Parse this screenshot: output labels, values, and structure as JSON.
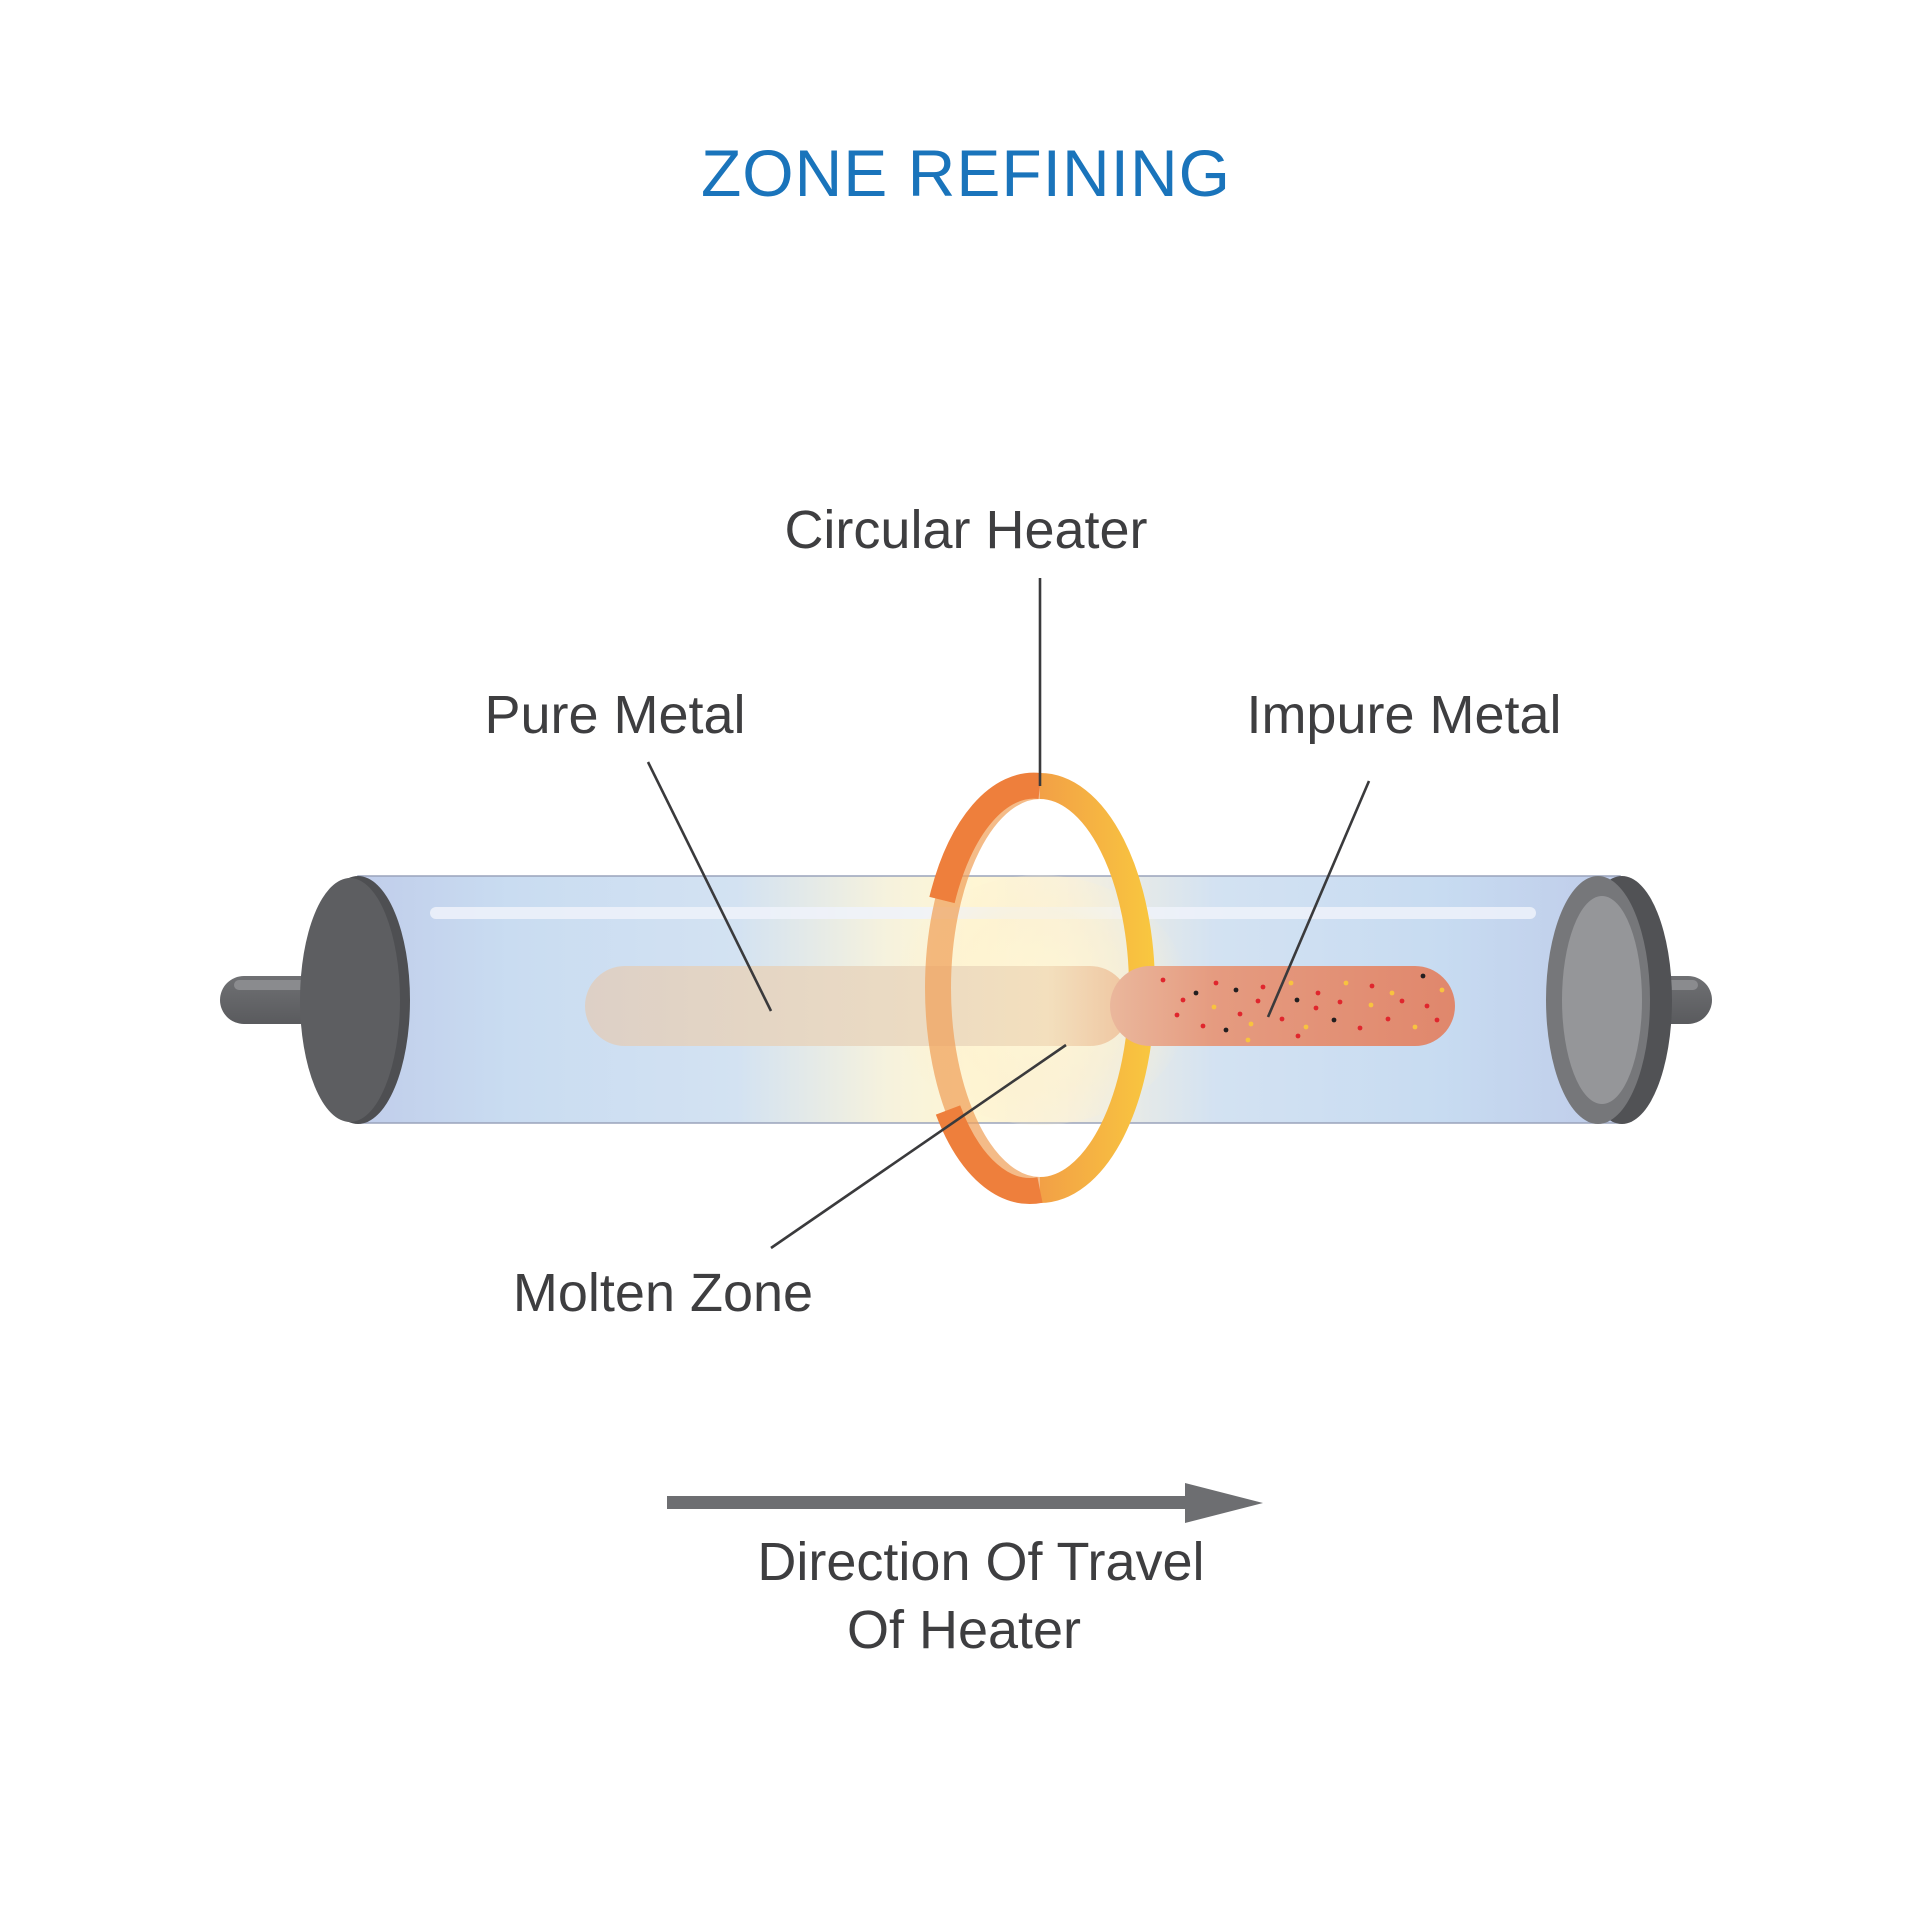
{
  "title": "ZONE REFINING",
  "labels": {
    "circular_heater": "Circular Heater",
    "pure_metal": "Pure Metal",
    "impure_metal": "Impure Metal",
    "molten_zone": "Molten Zone",
    "direction_line1": "Direction Of Travel",
    "direction_line2": "Of Heater"
  },
  "colors": {
    "title": "#1a74bb",
    "label_text": "#3e3e40",
    "tube_glass": "#c3d2ec",
    "end_cap": "#58595b",
    "heater_ring_left": "#ee7d3b",
    "heater_ring_right": "#f8c33f",
    "impure_metal_rod": "#e38e74",
    "pure_metal_rod": "#e3d3c6",
    "arrow": "#6d6e71"
  },
  "icons": {
    "direction_arrow": "right-arrow-icon",
    "heater": "ring-heater-icon"
  }
}
